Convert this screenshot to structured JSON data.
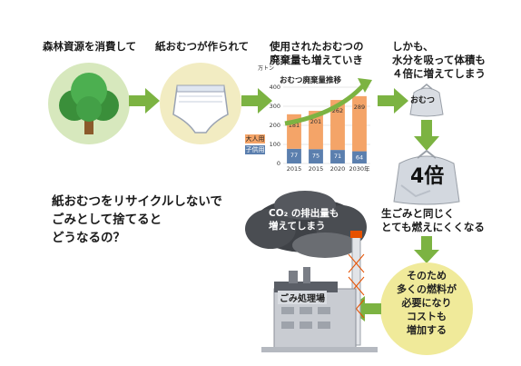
{
  "steps": {
    "step1": "森林資源を消費して",
    "step2": "紙おむつが作られて",
    "step3": [
      "使用されたおむつの",
      "廃棄量も増えていき"
    ],
    "step4": [
      "しかも、",
      "水分を吸って体積も",
      "４倍に増えてしまう"
    ],
    "step5": [
      "生ごみと同じく",
      "とても燃えにくくなる"
    ],
    "step6": [
      "そのため",
      "多くの燃料が",
      "必要になり",
      "コストも",
      "増加する"
    ]
  },
  "question": [
    "紙おむつをリサイクルしないで",
    "ごみとして捨てると",
    "どうなるの？"
  ],
  "labels": {
    "diaper_bag": "おむつ",
    "times4": "4倍",
    "co2": [
      "CO₂ の排出量も",
      "増えてしまう"
    ],
    "incinerator": "ごみ処理場"
  },
  "chart_data": {
    "type": "bar",
    "title": "おむつ廃棄量推移",
    "unit": "万トン",
    "categories": [
      "2015",
      "2015",
      "2020",
      "2030年"
    ],
    "series": [
      {
        "name": "大人用",
        "values": [
          181,
          201,
          262,
          289
        ],
        "color": "#f4a468"
      },
      {
        "name": "子供用",
        "values": [
          77,
          75,
          71,
          64
        ],
        "color": "#5b7fae"
      }
    ],
    "yticks": [
      "0",
      "100",
      "200",
      "300",
      "400"
    ],
    "ylim": [
      0,
      400
    ]
  },
  "colors": {
    "arrow": "#7cb342",
    "accent_green": "#8bc34a",
    "circle_yellow": "#f0ea9a"
  }
}
